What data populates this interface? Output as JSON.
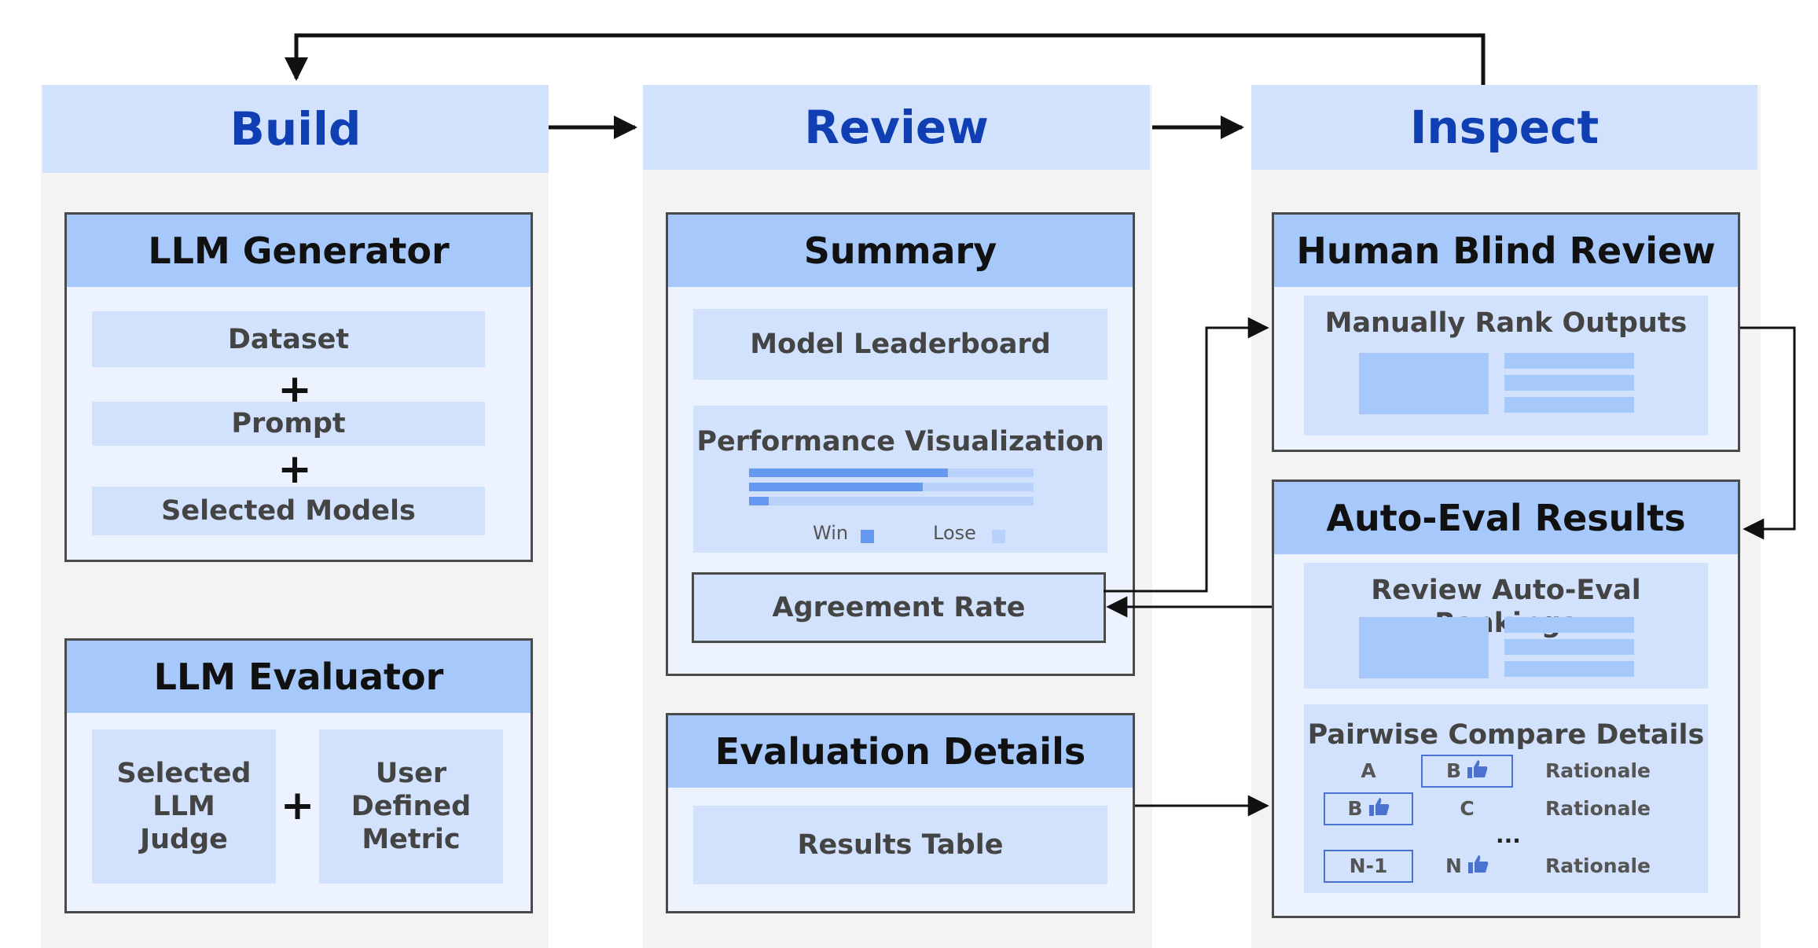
{
  "colors": {
    "column_header_bg": "#d2e2fc",
    "card_header_bg": "#a6c8fb",
    "title_blue": "#0f3fb3"
  },
  "build": {
    "title": "Build",
    "generator": {
      "title": "LLM Generator",
      "dataset": "Dataset",
      "plus": "+",
      "prompt": "Prompt",
      "selected_models": "Selected Models"
    },
    "evaluator": {
      "title": "LLM Evaluator",
      "judge": "Selected LLM Judge",
      "plus": "+",
      "metric": "User Defined Metric"
    }
  },
  "review": {
    "title": "Review",
    "summary": {
      "title": "Summary",
      "leaderboard": "Model Leaderboard",
      "perf_viz": {
        "title": "Performance Visualization",
        "win_label": "Win",
        "lose_label": "Lose",
        "win_fractions": [
          0.7,
          0.61,
          0.07
        ]
      },
      "agreement_rate": "Agreement Rate"
    },
    "details": {
      "title": "Evaluation Details",
      "results_table": "Results Table"
    }
  },
  "inspect": {
    "title": "Inspect",
    "blind_review": {
      "title": "Human Blind Review",
      "manually_rank": "Manually Rank Outputs"
    },
    "auto_eval": {
      "title": "Auto-Eval Results",
      "review_rankings": "Review Auto-Eval Rankings",
      "pairwise": {
        "title": "Pairwise Compare Details",
        "rows": [
          {
            "left": "A",
            "right": "B",
            "rationale": "Rationale",
            "winner": "right"
          },
          {
            "left": "B",
            "right": "C",
            "rationale": "Rationale",
            "winner": "left"
          },
          {
            "left": "N-1",
            "right": "N",
            "rationale": "Rationale",
            "winner": "right"
          }
        ],
        "ellipsis": "..."
      }
    }
  }
}
